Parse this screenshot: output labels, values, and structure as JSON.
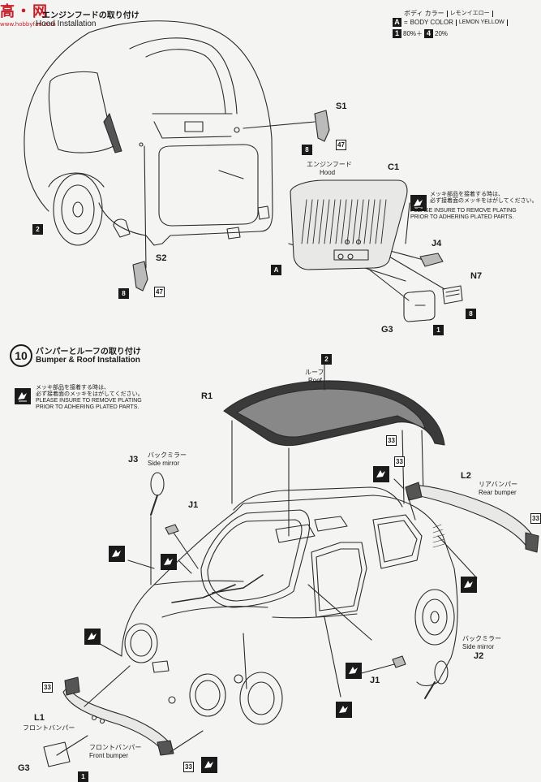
{
  "watermark": {
    "big": "高・网",
    "small": "www.hobbyfan.com"
  },
  "section9": {
    "title_jp": "エンジンフードの取り付け",
    "title_en": "Hood Installation"
  },
  "color_spec": {
    "box": "A",
    "eq": "=",
    "label_jp": "ボディ カラー",
    "label_en": "BODY COLOR",
    "name_jp": "レモンイエロー",
    "name_en": "LEMON YELLOW",
    "mix_a_box": "1",
    "mix_a": "80%＋",
    "mix_b_box": "4",
    "mix_b": "20%"
  },
  "section9_parts": {
    "s1": "S1",
    "s2": "S2",
    "c1": "C1",
    "j4": "J4",
    "n7": "N7",
    "g3": "G3",
    "hood_jp": "エンジンフード",
    "hood_en": "Hood",
    "num_8a": "8",
    "num_47a": "47",
    "num_8b": "8",
    "num_47b": "47",
    "num_2": "2",
    "num_a": "A",
    "num_8c": "8",
    "num_1": "1"
  },
  "plating_note": {
    "jp1": "メッキ部品を接着する時は、",
    "jp2": "必ず接着面のメッキをはがしてください。",
    "en1": "PLEASE INSURE TO REMOVE PLATING",
    "en2": "PRIOR TO ADHERING PLATED PARTS."
  },
  "section10": {
    "step": "10",
    "title_jp": "バンパーとルーフの取り付け",
    "title_en": "Bumper & Roof Installation"
  },
  "section10_parts": {
    "r1": "R1",
    "roof_jp": "ルーフ",
    "roof_en": "Roof",
    "num_2": "2",
    "num_33a": "33",
    "j3": "J3",
    "mirror_jp_a": "バックミラー",
    "mirror_en_a": "Side mirror",
    "j1a": "J1",
    "num_33b": "33",
    "l2": "L2",
    "rear_jp": "リアバンパー",
    "rear_en": "Rear bumper",
    "num_33c": "33",
    "j2": "J2",
    "mirror_jp_b": "バックミラー",
    "mirror_en_b": "Side mirror",
    "j1b": "J1",
    "num_33d": "33",
    "l1": "L1",
    "front_jp_a": "フロントバンパー",
    "front_jp_b": "フロントバンパー",
    "front_en": "Front bumper",
    "num_33e": "33",
    "g3": "G3",
    "num_1": "1"
  }
}
